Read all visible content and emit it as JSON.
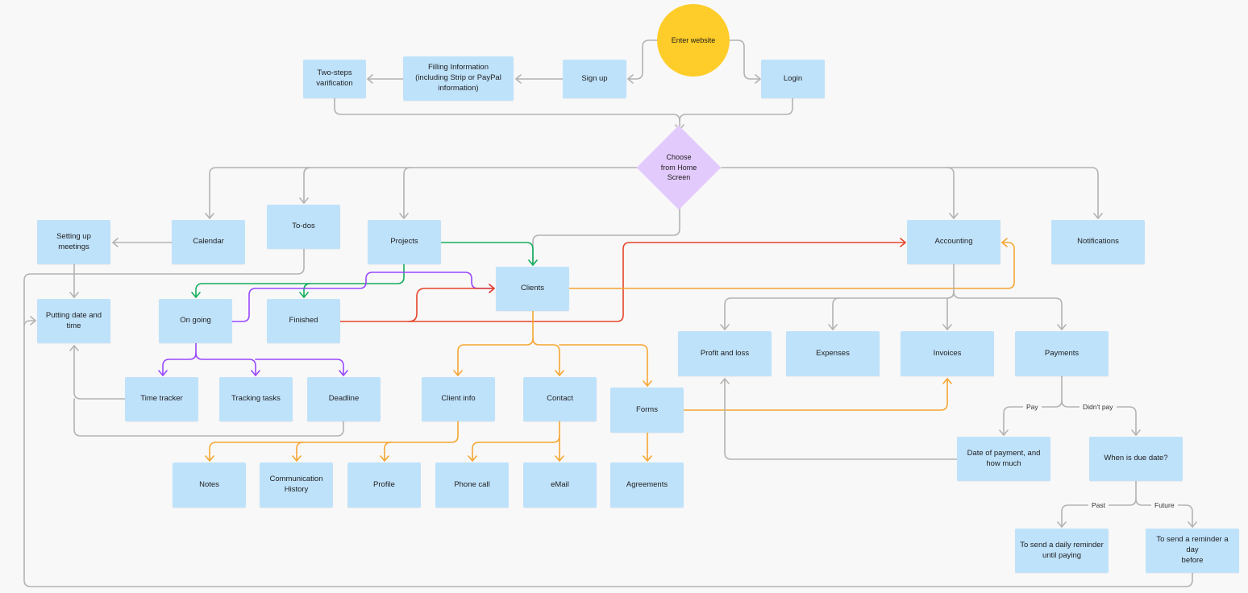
{
  "colors": {
    "background": "#f8f8f8",
    "node": "#bfe2fb",
    "start": "#ffcd29",
    "decision": "#e3cafc",
    "gray_edge": "#b3b3b3",
    "green_edge": "#14ae5c",
    "purple_edge": "#9747ff",
    "orange_edge": "#f6a633",
    "red_edge": "#e5452a"
  },
  "nodes": {
    "enter_website": "Enter website",
    "login": "Login",
    "sign_up": "Sign up",
    "filling_info": "Filling Information\n(including Strip or PayPal\ninformation)",
    "two_steps": "Two-steps\nvarification",
    "choose_home": "Choose\nfrom Home\nScreen",
    "calendar": "Calendar",
    "todos": "To-dos",
    "setting_meetings": "Setting up\nmeetings",
    "putting_date": "Putting date and\ntime",
    "projects": "Projects",
    "on_going": "On going",
    "finished": "Finished",
    "clients": "Clients",
    "time_tracker": "Time tracker",
    "tracking_tasks": "Tracking tasks",
    "deadline": "Deadline",
    "client_info": "Client info",
    "contact": "Contact",
    "forms": "Forms",
    "notes": "Notes",
    "communication_history": "Communication\nHistory",
    "profile": "Profile",
    "phone_call": "Phone call",
    "email": "eMail",
    "agreements": "Agreements",
    "accounting": "Accounting",
    "notifications": "Notifications",
    "profit_loss": "Profit and loss",
    "expenses": "Expenses",
    "invoices": "Invoices",
    "payments": "Payments",
    "date_of_payment": "Date of payment, and\nhow much",
    "when_due": "When is due date?",
    "daily_reminder": "To send a daily reminder\nuntil paying",
    "reminder_day_before": "To send a reminder a day\nbefore"
  },
  "edge_labels": {
    "pay": "Pay",
    "didnt_pay": "Didn't pay",
    "past": "Past",
    "future": "Future"
  }
}
